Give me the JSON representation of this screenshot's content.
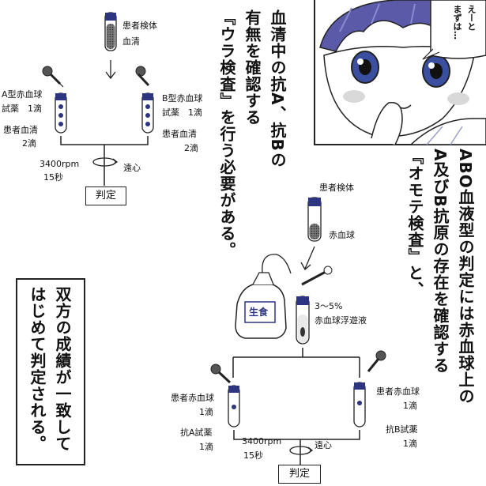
{
  "manga": {
    "speech_top": "えーと",
    "speech_bottom": "まずは…"
  },
  "ura": {
    "heading": [
      "血清中の抗A、抗Bの",
      "有無を確認する",
      "『ウラ検査』を行う必要がある。"
    ],
    "sample_label": [
      "患者検体",
      "血清"
    ],
    "left_reagent": [
      "A型赤血球",
      "試薬　1滴"
    ],
    "left_serum": [
      "患者血清",
      "2滴"
    ],
    "right_reagent": [
      "B型赤血球",
      "試薬　1滴"
    ],
    "right_serum": [
      "患者血清",
      "2滴"
    ],
    "centrifuge_speed": "3400rpm",
    "centrifuge_time": "15秒",
    "centrifuge_label": "遠心",
    "result": "判定"
  },
  "omote": {
    "heading": [
      "ABO血液型の判定には赤血球上の",
      "A及びB抗原の存在を確認する",
      "『オモテ検査』と、"
    ],
    "sample_label": "患者検体",
    "rbc_label": "赤血球",
    "bottle_label": "生食",
    "suspension_percent": "3〜5%",
    "suspension_label": "赤血球浮遊液",
    "left_cells": [
      "患者赤血球",
      "1滴"
    ],
    "left_reagent": [
      "抗A試薬",
      "1滴"
    ],
    "right_cells": [
      "患者赤血球",
      "1滴"
    ],
    "right_reagent": [
      "抗B試薬",
      "1滴"
    ],
    "centrifuge_speed": "3400rpm",
    "centrifuge_time": "15秒",
    "centrifuge_label": "遠心",
    "result": "判定"
  },
  "conclusion": [
    "双方の成績が一致して",
    "はじめて判定される。"
  ]
}
